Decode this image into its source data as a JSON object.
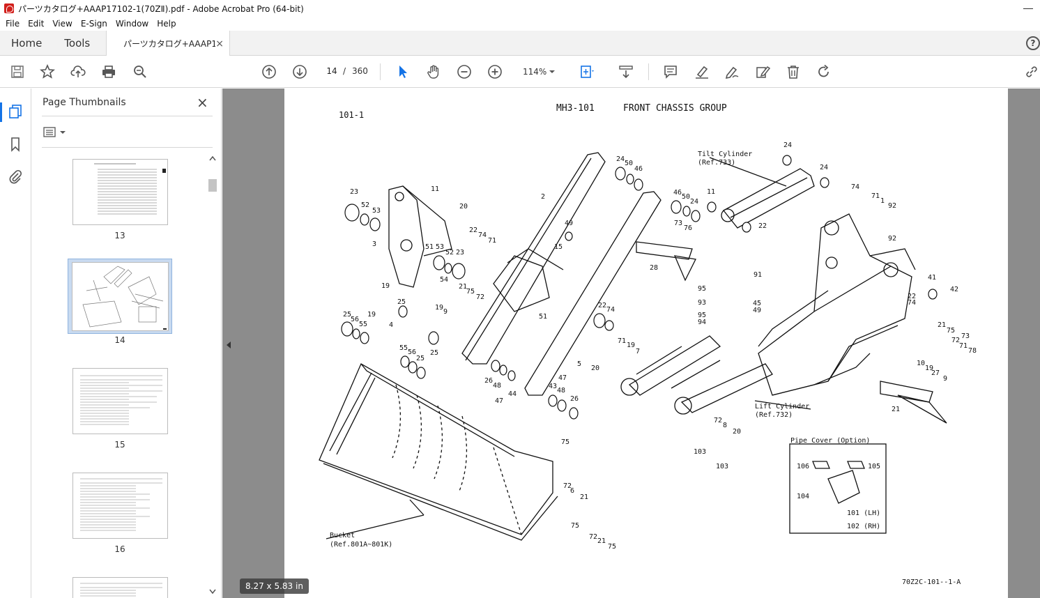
{
  "window": {
    "title": "パーツカタログ+AAAP17102-1(70ZⅡ).pdf - Adobe Acrobat Pro (64-bit)"
  },
  "menu": [
    "File",
    "Edit",
    "View",
    "E-Sign",
    "Window",
    "Help"
  ],
  "tabs": {
    "home": "Home",
    "tools": "Tools",
    "document": "パーツカタログ+AAAP1...",
    "close": "×"
  },
  "toolbar": {
    "current_page": "14",
    "page_separator": "/",
    "total_pages": "360",
    "zoom": "114%",
    "icons": [
      "save-icon",
      "bookmark-star-icon",
      "upload-icon",
      "print-icon",
      "zoom-search-icon",
      "page-up-icon",
      "page-down-icon",
      "select-arrow-icon",
      "hand-icon",
      "zoom-out-icon",
      "zoom-in-icon",
      "fit-page-icon",
      "scroll-mode-icon",
      "comment-icon",
      "highlight-icon",
      "sign-icon",
      "fill-sign-icon",
      "delete-icon",
      "rotate-icon",
      "link-icon"
    ]
  },
  "thumbnail_panel": {
    "title": "Page Thumbnails",
    "close": "×",
    "thumbnails": [
      {
        "label": "13"
      },
      {
        "label": "14"
      },
      {
        "label": "15"
      },
      {
        "label": "16"
      }
    ]
  },
  "status": {
    "page_size": "8.27 x 5.83 in"
  },
  "drawing": {
    "page_ref": "101-1",
    "group_code": "MH3-101",
    "group_title": "FRONT CHASSIS GROUP",
    "tilt_cylinder": "Tilt Cylinder",
    "tilt_ref": "(Ref.733)",
    "lift_cylinder": "Lift Cylinder",
    "lift_ref": "(Ref.732)",
    "bucket": "Bucket",
    "bucket_ref": "(Ref.801A~801K)",
    "pipe_cover": "Pipe Cover (Option)",
    "drawing_code": "70Z2C-101--1-A",
    "lh": "101 (LH)",
    "rh": "102 (RH)",
    "callouts": [
      "23",
      "52",
      "53",
      "3",
      "11",
      "20",
      "22",
      "74",
      "71",
      "51",
      "53",
      "52",
      "23",
      "19",
      "54",
      "21",
      "75",
      "72",
      "19",
      "9",
      "25",
      "25",
      "56",
      "55",
      "19",
      "4",
      "55",
      "56",
      "25",
      "25",
      "2",
      "49",
      "15",
      "51",
      "26",
      "48",
      "47",
      "44",
      "43",
      "48",
      "47",
      "26",
      "24",
      "50",
      "46",
      "46",
      "50",
      "24",
      "73",
      "76",
      "28",
      "24",
      "24",
      "11",
      "22",
      "74",
      "71",
      "1",
      "92",
      "92",
      "91",
      "95",
      "93",
      "95",
      "94",
      "45",
      "49",
      "22",
      "74",
      "71",
      "19",
      "7",
      "5",
      "20",
      "41",
      "42",
      "22",
      "74",
      "21",
      "75",
      "72",
      "71",
      "78",
      "73",
      "10",
      "19",
      "27",
      "9",
      "21",
      "75",
      "72",
      "6",
      "21",
      "75",
      "72",
      "21",
      "75",
      "72",
      "8",
      "20",
      "103",
      "103",
      "106",
      "105",
      "104"
    ]
  }
}
